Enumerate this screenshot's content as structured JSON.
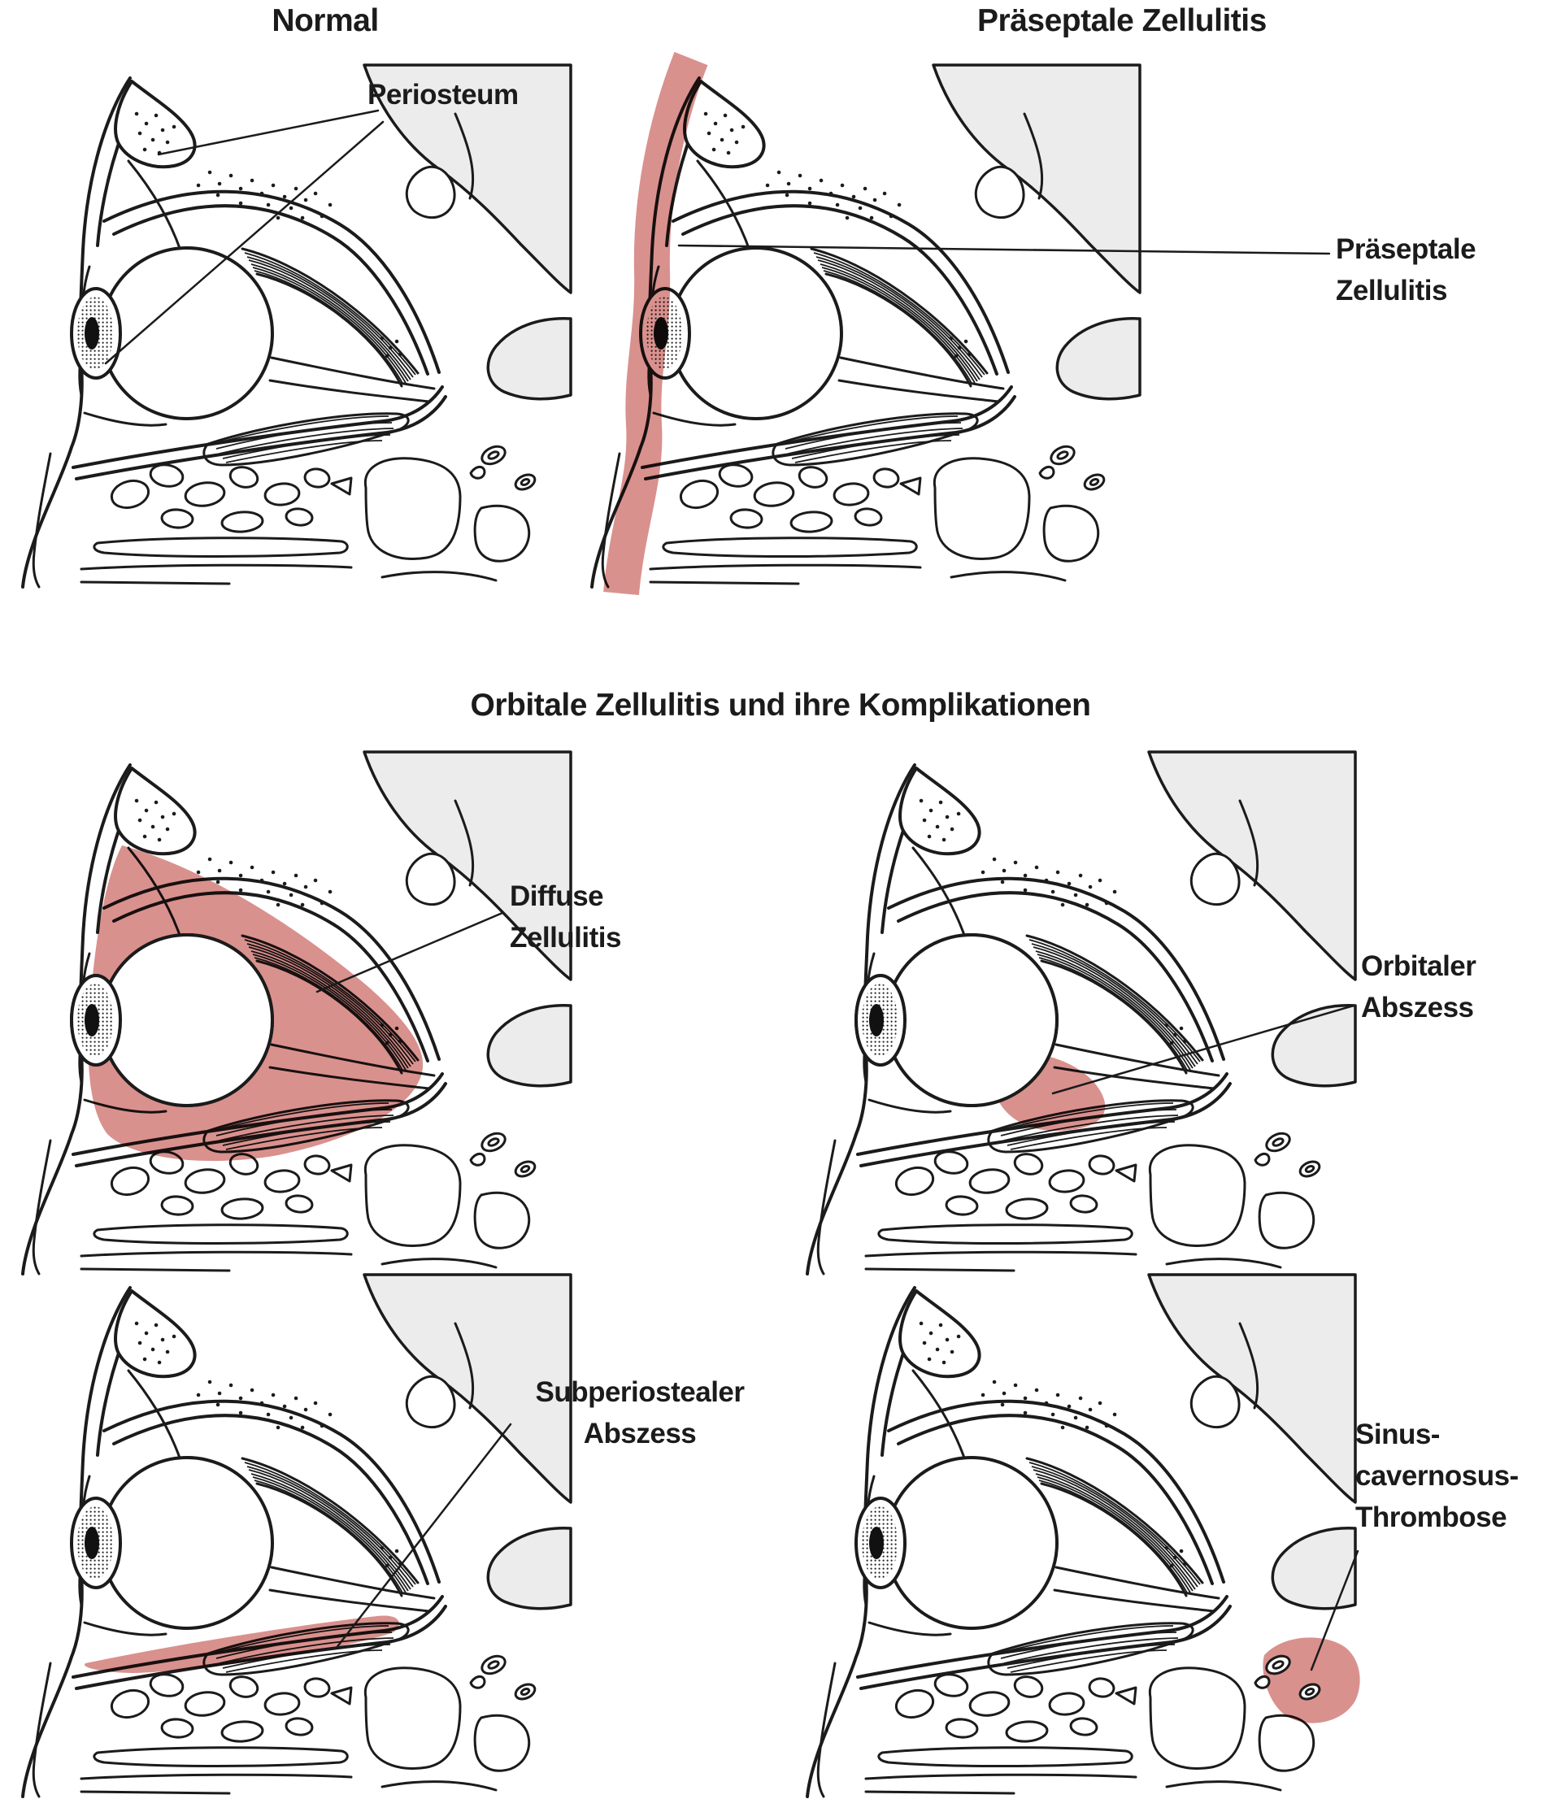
{
  "figure": {
    "titles": {
      "normal": "Normal",
      "preseptal": "Präseptale Zellulitis",
      "section": "Orbitale Zellulitis und ihre Komplikationen"
    },
    "annotations": {
      "periosteum": "Periosteum",
      "preseptal": [
        "Präseptale",
        "Zellulitis"
      ],
      "diffuse": [
        "Diffuse",
        "Zellulitis"
      ],
      "orbital_abscess": [
        "Orbitaler",
        "Abszess"
      ],
      "subperiosteal_abscess": [
        "Subperiostealer",
        "Abszess"
      ],
      "cavernous_sinus": [
        "Sinus-",
        "cavernosus-",
        "Thrombose"
      ]
    }
  },
  "colors": {
    "highlight_pink": "#D9918E",
    "bone_gray": "#ECECEC",
    "line_black": "#1B1B1B"
  }
}
